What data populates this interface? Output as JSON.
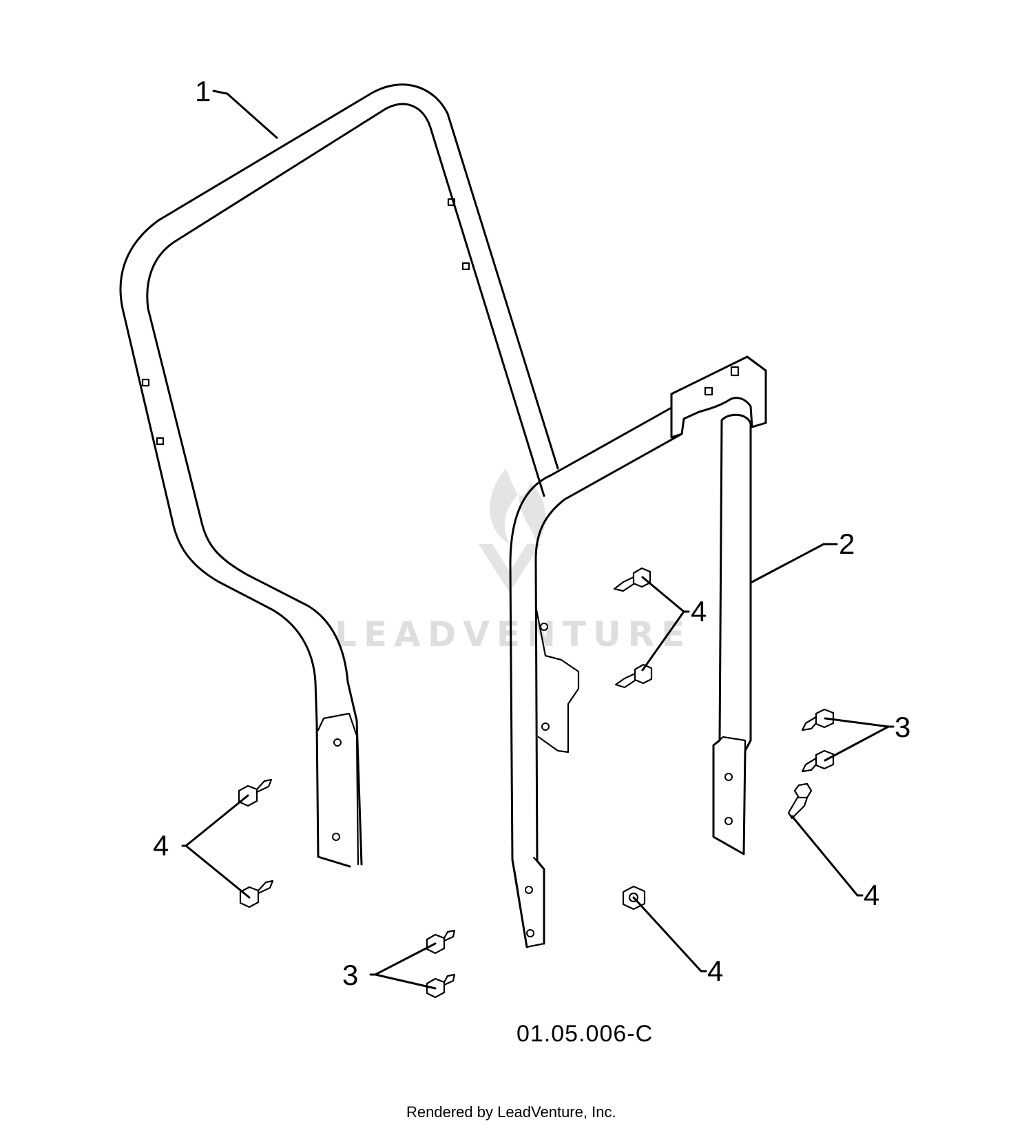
{
  "diagram": {
    "callouts": {
      "c1": "1",
      "c2": "2",
      "c3_right": "3",
      "c3_bottom": "3",
      "c4_center": "4",
      "c4_left": "4",
      "c4_right": "4",
      "c4_bottom": "4"
    },
    "figure_code": "01.05.006-C",
    "credit": "Rendered by LeadVenture, Inc.",
    "watermark": "LEADVENTURE"
  }
}
